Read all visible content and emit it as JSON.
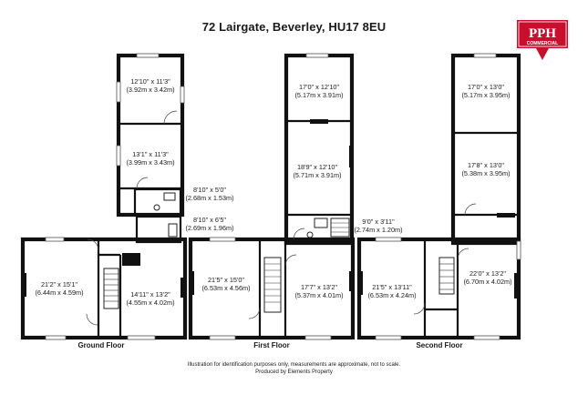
{
  "title": "72 Lairgate, Beverley, HU17 8EU",
  "logo": {
    "text": "PPH",
    "subtext": "COMMERCIAL",
    "color": "#c8102e"
  },
  "floors": {
    "ground": {
      "label": "Ground Floor",
      "rooms": [
        {
          "imperial": "12'10\" x 11'3\"",
          "metric": "(3.92m x 3.42m)"
        },
        {
          "imperial": "13'1\" x 11'3\"",
          "metric": "(3.99m x 3.43m)"
        },
        {
          "imperial": "8'10\" x 5'0\"",
          "metric": "(2.68m x 1.53m)"
        },
        {
          "imperial": "8'10\" x 6'5\"",
          "metric": "(2.69m x 1.96m)"
        },
        {
          "imperial": "21'2\" x 15'1\"",
          "metric": "(6.44m x 4.59m)"
        },
        {
          "imperial": "14'11\" x 13'2\"",
          "metric": "(4.55m x 4.02m)"
        }
      ]
    },
    "first": {
      "label": "First Floor",
      "rooms": [
        {
          "imperial": "17'0\" x 12'10\"",
          "metric": "(5.17m x 3.91m)"
        },
        {
          "imperial": "18'9\" x 12'10\"",
          "metric": "(5.71m x 3.91m)"
        },
        {
          "imperial": "9'0\" x 3'11\"",
          "metric": "(2.74m x 1.20m)"
        },
        {
          "imperial": "21'5\" x 15'0\"",
          "metric": "(6.53m x 4.56m)"
        },
        {
          "imperial": "17'7\" x 13'2\"",
          "metric": "(5.37m x 4.01m)"
        }
      ]
    },
    "second": {
      "label": "Second Floor",
      "rooms": [
        {
          "imperial": "17'0\" x 13'0\"",
          "metric": "(5.17m x 3.95m)"
        },
        {
          "imperial": "17'8\" x 13'0\"",
          "metric": "(5.38m x 3.95m)"
        },
        {
          "imperial": "21'5\" x 13'11\"",
          "metric": "(6.53m x 4.24m)"
        },
        {
          "imperial": "22'0\" x 13'2\"",
          "metric": "(6.70m x 4.02m)"
        }
      ]
    }
  },
  "footer": {
    "disclaimer": "Illustration for identification purposes only, measurements are approximate, not to scale.",
    "producer": "Produced by Elements Property"
  }
}
